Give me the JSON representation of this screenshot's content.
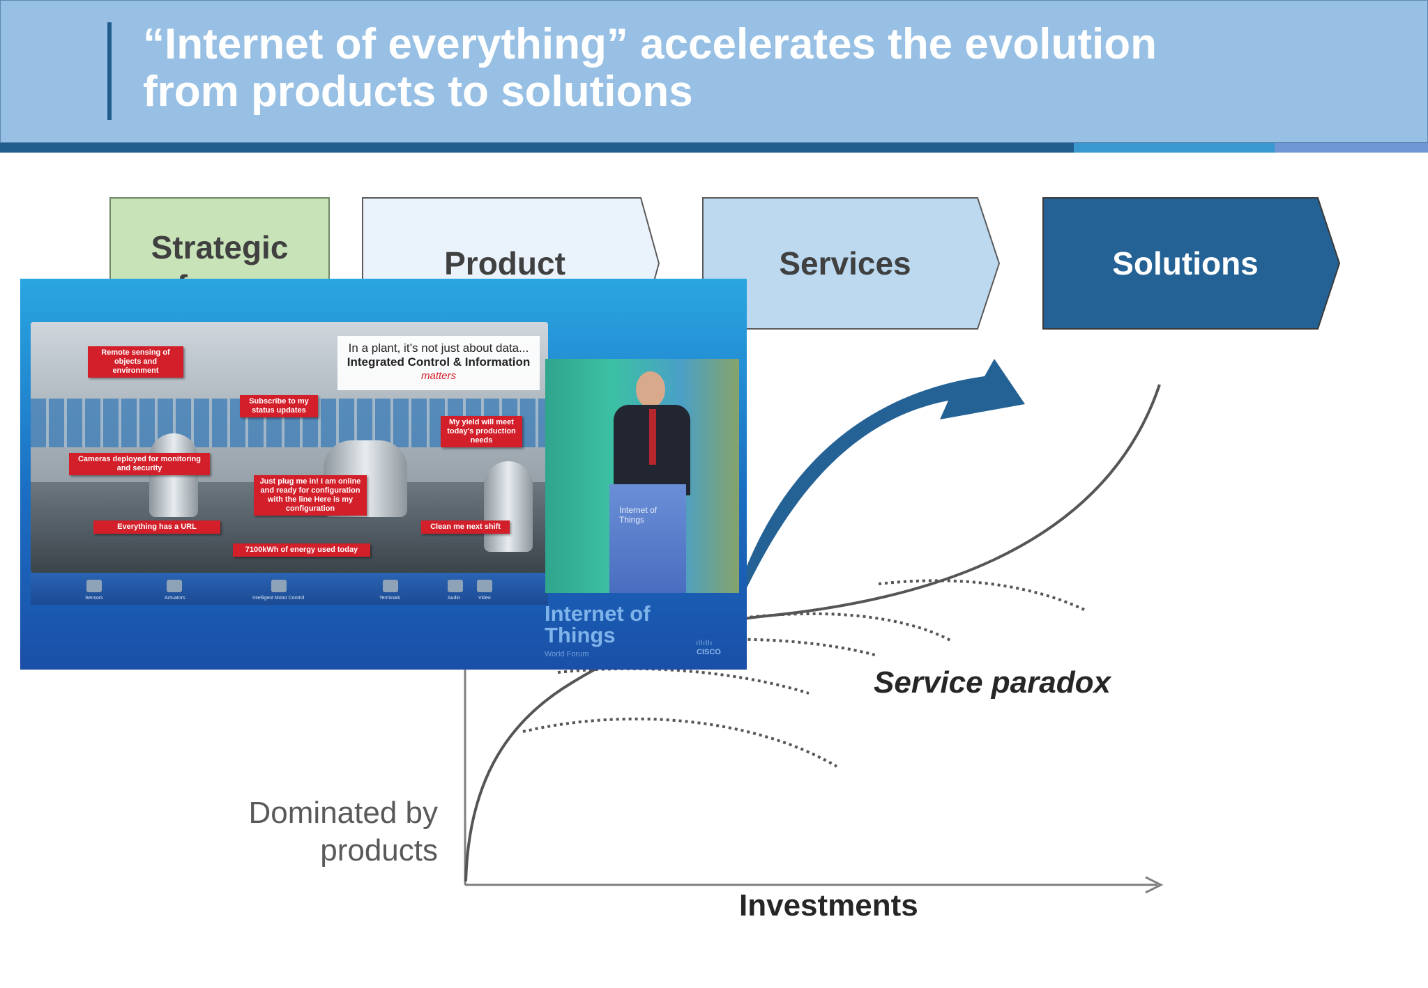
{
  "slide": {
    "title_line1": "“Internet of everything” accelerates the evolution",
    "title_line2": "from products to solutions"
  },
  "stages": {
    "strategic_focus": "Strategic focus",
    "product": "Product",
    "services": "Services",
    "solutions": "Solutions"
  },
  "chart": {
    "y_label_line1": "Dominated by",
    "y_label_line2": "products",
    "x_label": "Investments",
    "annotation": "Service paradox"
  },
  "video": {
    "callout_box_line1": "In a plant, it’s not just about data...",
    "callout_box_line2": "Integrated Control & Information",
    "callout_box_line3": "matters",
    "callouts": [
      "Remote sensing of objects and environment",
      "Subscribe to my status updates",
      "My yield will meet today's production needs",
      "Cameras deployed for monitoring and security",
      "Just plug me in! I am online and ready for configuration with the line Here is my configuration",
      "Everything has a URL",
      "Clean me next shift",
      "7100kWh of energy used today"
    ],
    "device_labels": [
      "Sensors",
      "Actuators",
      "Intelligent Motor Control",
      "Terminals",
      "Audio",
      "Video"
    ],
    "podium_text": "Internet of Things",
    "logo_line1": "Internet of",
    "logo_line2": "Things",
    "logo_sub": "World Forum",
    "brand": "CISCO"
  },
  "colors": {
    "header_bg": "#97c0e4",
    "dark_blue": "#215d8c",
    "services_fill": "#bcd9f0",
    "product_fill": "#eaf2fb",
    "focus_fill": "#c9e3b9"
  }
}
